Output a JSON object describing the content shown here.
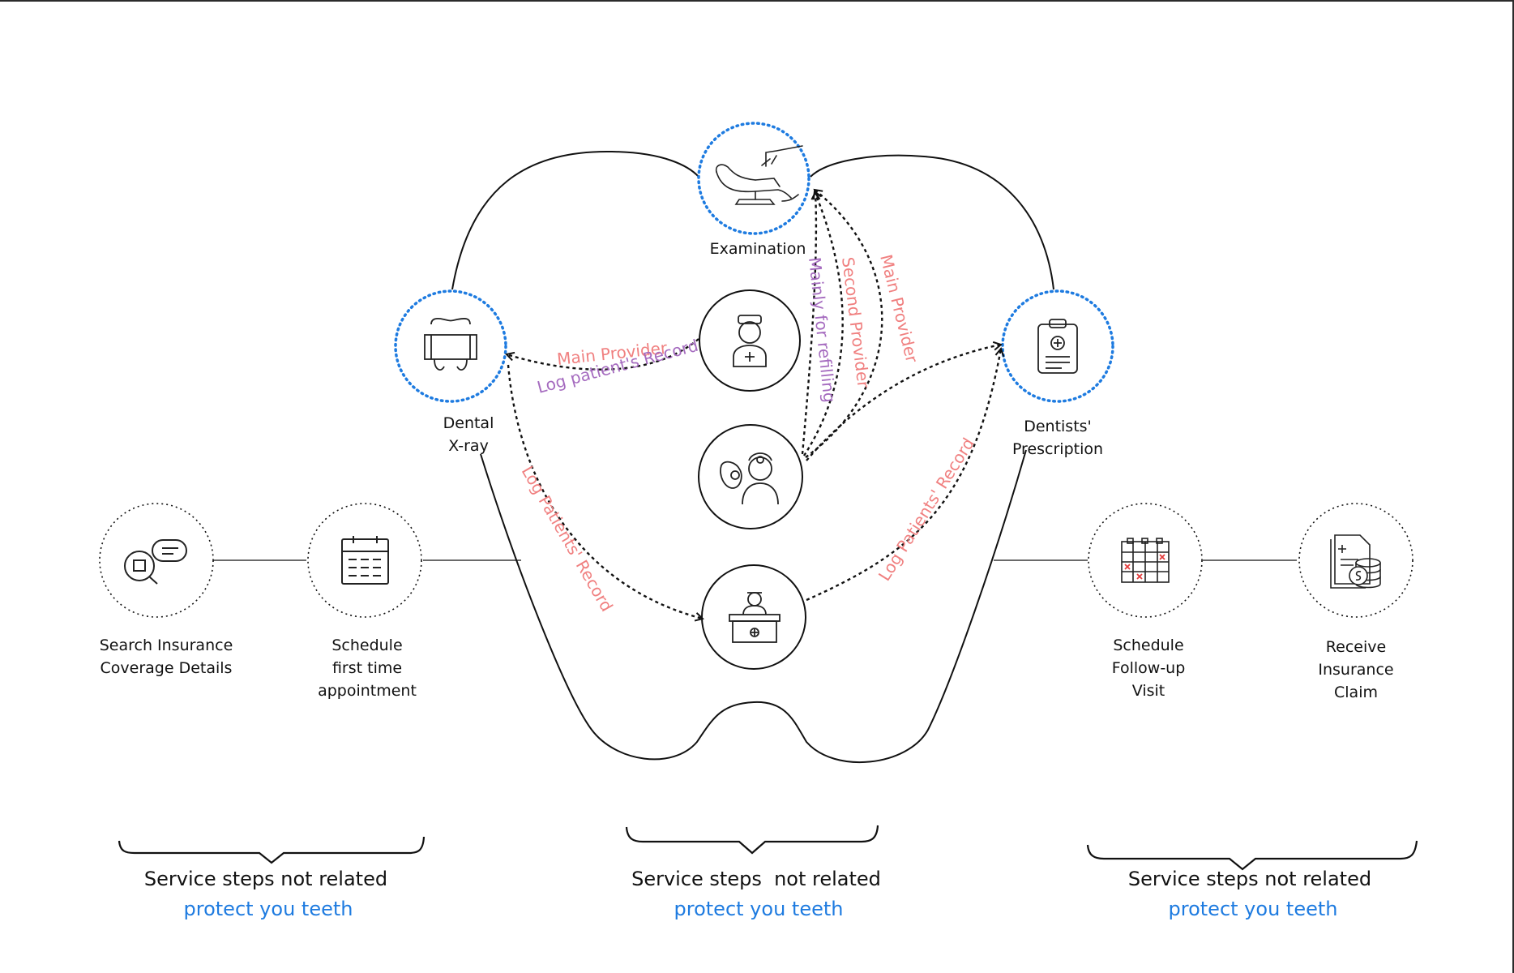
{
  "colors": {
    "line": "#111111",
    "node_dotted_blue": "#1e7be0",
    "label_pink": "#f08080",
    "label_purple": "#a56bbf",
    "accent_text_blue": "#1e7be0",
    "marker_red": "#e33b3b"
  },
  "nodes": {
    "examination": {
      "label": "Examination",
      "icon": "dental-chair-icon"
    },
    "dental_xray": {
      "label": "Dental\nX-ray",
      "icon": "tooth-xray-icon"
    },
    "prescription": {
      "label": "Dentists'\nPrescription",
      "icon": "clipboard-icon"
    },
    "nurse": {
      "icon": "nurse-icon"
    },
    "dentist": {
      "icon": "dentist-icon"
    },
    "reception": {
      "icon": "reception-desk-icon"
    },
    "search_insurance": {
      "label": "Search Insurance\nCoverage Details",
      "icon": "search-insurance-icon"
    },
    "schedule_first": {
      "label": "Schedule\nfirst time\nappointment",
      "icon": "calendar-icon"
    },
    "schedule_followup": {
      "label": "Schedule\nFollow-up\nVisit",
      "icon": "calendar-marked-icon"
    },
    "receive_claim": {
      "label": "Receive\nInsurance\nClaim",
      "icon": "claim-coins-icon"
    }
  },
  "arrow_labels": {
    "nurse_main_provider": "Main Provider",
    "nurse_log_record": "Log patient's Record",
    "dentist_mainly_refilling": "Mainly for refilling",
    "dentist_second_provider": "Second Provider",
    "dentist_main_provider": "Main Provider",
    "xray_log_records": "Log Patients' Record",
    "reception_log_records": "Log Patients' Record"
  },
  "braces": [
    {
      "title": "Service steps not related",
      "subtitle": "protect you teeth"
    },
    {
      "title": "Service steps  not related",
      "subtitle": "protect you teeth"
    },
    {
      "title": "Service steps not related",
      "subtitle": "protect you teeth"
    }
  ]
}
